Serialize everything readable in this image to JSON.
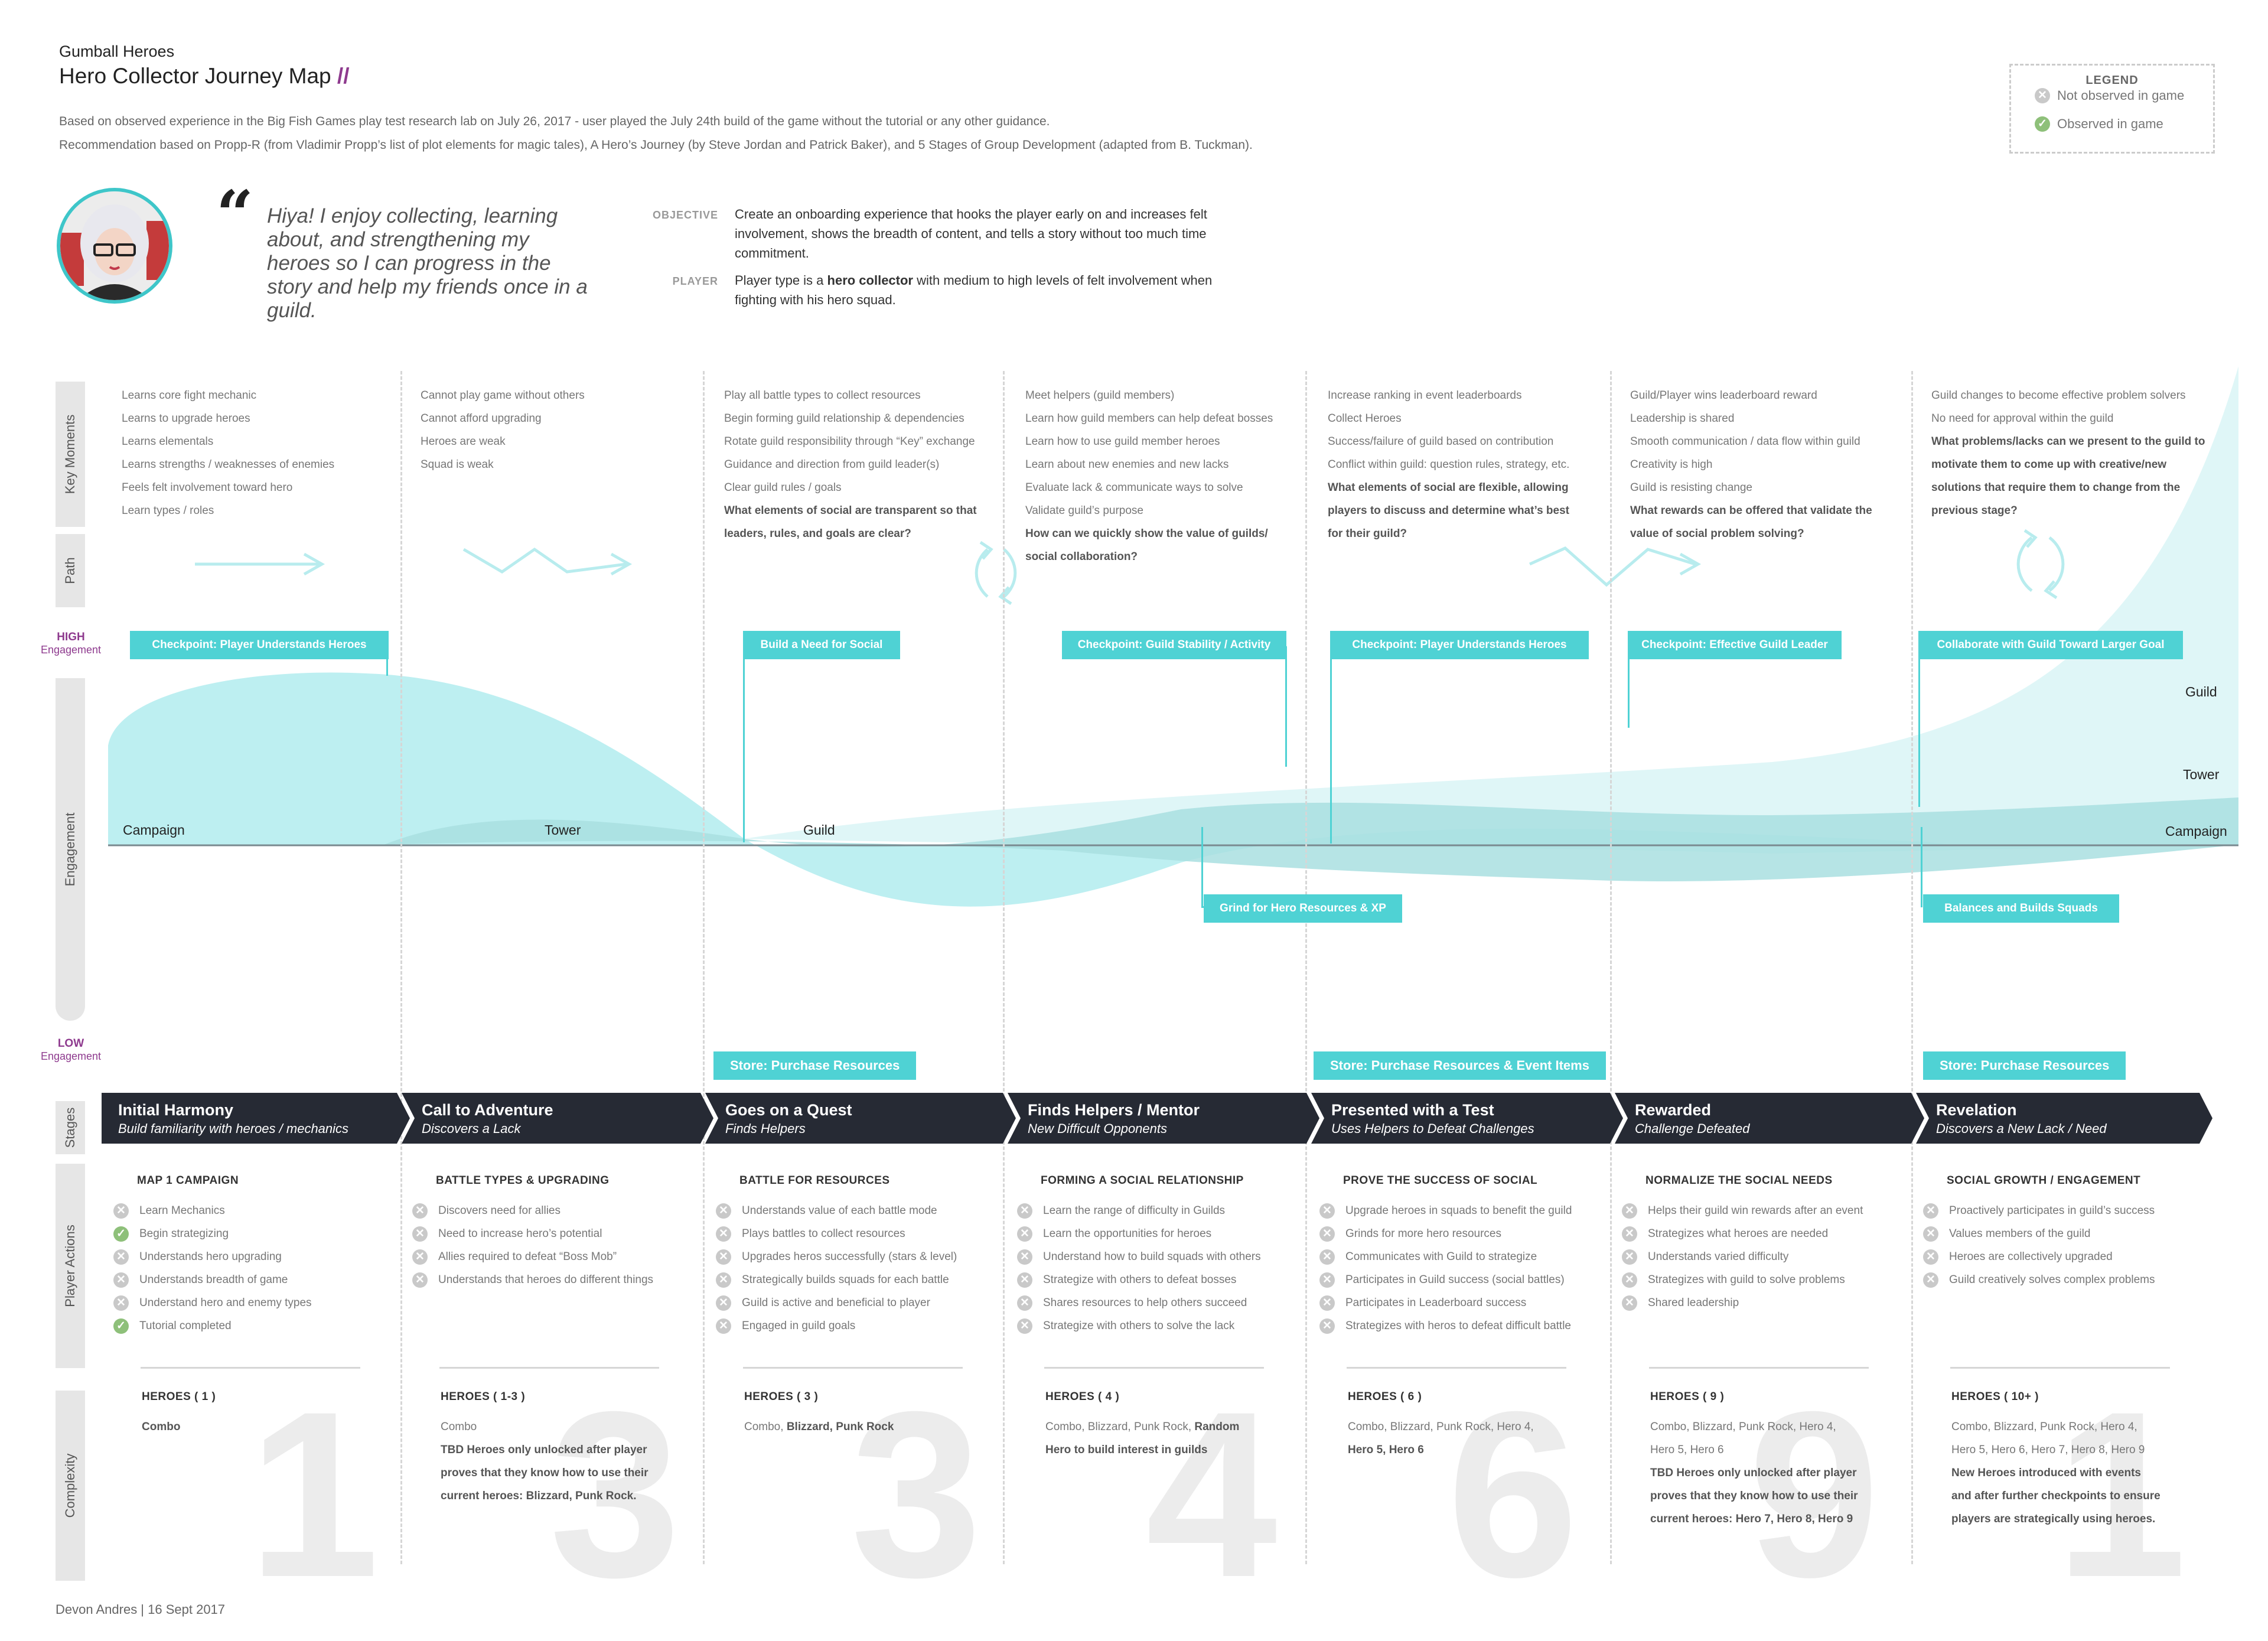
{
  "header": {
    "supertitle": "Gumball Heroes",
    "title": "Hero Collector Journey Map",
    "title_mark": "//",
    "intro": [
      "Based on observed experience in the Big Fish Games play test research lab on July 26, 2017 - user played the July 24th build of the game without the tutorial or any other guidance.",
      "Recommendation based on Propp-R (from Vladimir Propp’s list of plot elements for magic tales), A Hero’s Journey (by Steve Jordan and Patrick Baker), and 5 Stages of Group Development (adapted from B. Tuckman)."
    ]
  },
  "legend": {
    "title": "LEGEND",
    "not_observed": "Not observed in game",
    "observed": "Observed in game"
  },
  "persona": {
    "quote": "Hiya! I enjoy collecting, learning about, and strengthening my heroes so I can progress in the story and help my friends once in a guild.",
    "objective_label": "OBJECTIVE",
    "objective": "Create an onboarding experience that hooks the player early on and increases felt involvement, shows the breadth of content, and tells a story without too much time commitment.",
    "player_label": "PLAYER",
    "player_pre": "Player type is a ",
    "player_bold": "hero collector",
    "player_post": " with medium to high levels of felt involvement when fighting with his hero squad."
  },
  "row_labels": {
    "key_moments": "Key Moments",
    "path": "Path",
    "engagement": "Engagement",
    "stages": "Stages",
    "player_actions": "Player Actions",
    "complexity": "Complexity"
  },
  "engagement_scale": {
    "high": "HIGH",
    "low": "LOW",
    "sub": "Engagement"
  },
  "mode_labels": {
    "campaign_left": "Campaign",
    "tower_mid": "Tower",
    "guild_mid": "Guild",
    "guild_right": "Guild",
    "tower_right": "Tower",
    "campaign_right": "Campaign"
  },
  "key_moments": [
    {
      "items": [
        "Learns core fight mechanic",
        "Learns to upgrade heroes",
        "Learns elementals",
        "Learns strengths / weaknesses of enemies",
        "Feels felt involvement toward hero",
        "Learn types / roles"
      ],
      "bold": []
    },
    {
      "items": [
        "Cannot play game without others",
        "Cannot afford upgrading",
        "Heroes are weak",
        "Squad is weak"
      ],
      "bold": []
    },
    {
      "items": [
        "Play all battle types to collect resources",
        "Begin forming guild relationship & dependencies",
        "Rotate guild responsibility through “Key” exchange",
        "Guidance and direction from guild leader(s)",
        "Clear guild rules / goals"
      ],
      "bold": [
        "What elements of social are transparent so that",
        "leaders, rules, and goals are clear?"
      ]
    },
    {
      "items": [
        "Meet helpers (guild members)",
        "Learn how guild members can help defeat bosses",
        "Learn how to use guild member heroes",
        "Learn about new enemies and new lacks",
        "Evaluate lack & communicate ways to solve",
        "Validate guild’s purpose"
      ],
      "bold": [
        "How can we quickly show the value of guilds/",
        "social collaboration?"
      ]
    },
    {
      "items": [
        "Increase ranking in event leaderboards",
        "Collect Heroes",
        "Success/failure of guild based on contribution",
        "Conflict within guild: question rules, strategy, etc."
      ],
      "bold": [
        "What elements of social are flexible, allowing",
        "players to discuss and determine what’s best",
        "for their guild?"
      ]
    },
    {
      "items": [
        "Guild/Player wins leaderboard reward",
        "Leadership is shared",
        "Smooth communication / data flow within guild",
        "Creativity is high",
        "Guild is resisting change"
      ],
      "bold": [
        "What rewards can be offered that validate the",
        "value of social problem solving?"
      ]
    },
    {
      "items": [
        "Guild changes to become effective problem solvers",
        "No need for approval within the guild"
      ],
      "bold": [
        "What problems/lacks can we present to the guild to",
        "motivate them to come up with creative/new",
        "solutions that require them to change from the",
        "previous stage?"
      ]
    }
  ],
  "checkpoints": [
    {
      "text": "Checkpoint: Player Understands Heroes"
    },
    {
      "text": "Build a Need for Social"
    },
    {
      "text": "Checkpoint: Guild Stability / Activity"
    },
    {
      "text": "Checkpoint: Player Understands Heroes"
    },
    {
      "text": "Checkpoint: Effective Guild Leader"
    },
    {
      "text": "Collaborate with Guild Toward Larger Goal"
    }
  ],
  "low_callouts": [
    {
      "text": "Grind for Hero Resources & XP"
    },
    {
      "text": "Balances and Builds Squads"
    }
  ],
  "stores": [
    {
      "text": "Store: Purchase Resources"
    },
    {
      "text": "Store: Purchase Resources & Event Items"
    },
    {
      "text": "Store: Purchase Resources"
    }
  ],
  "stages": [
    {
      "title": "Initial Harmony",
      "sub": "Build familiarity with heroes / mechanics"
    },
    {
      "title": "Call to Adventure",
      "sub": "Discovers a Lack"
    },
    {
      "title": "Goes on a Quest",
      "sub": "Finds Helpers"
    },
    {
      "title": "Finds Helpers / Mentor",
      "sub": "New Difficult Opponents"
    },
    {
      "title": "Presented with a Test",
      "sub": "Uses Helpers to Defeat Challenges"
    },
    {
      "title": "Rewarded",
      "sub": "Challenge Defeated"
    },
    {
      "title": "Revelation",
      "sub": "Discovers a New Lack / Need"
    }
  ],
  "player_actions": [
    {
      "heading": "MAP 1 CAMPAIGN",
      "items": [
        {
          "text": "Learn Mechanics",
          "observed": false
        },
        {
          "text": "Begin strategizing",
          "observed": true
        },
        {
          "text": "Understands hero upgrading",
          "observed": false
        },
        {
          "text": "Understands breadth of game",
          "observed": false
        },
        {
          "text": "Understand hero and enemy types",
          "observed": false
        },
        {
          "text": "Tutorial completed",
          "observed": true
        }
      ]
    },
    {
      "heading": "BATTLE TYPES & UPGRADING",
      "items": [
        {
          "text": "Discovers need for allies",
          "observed": false
        },
        {
          "text": "Need to increase hero’s potential",
          "observed": false
        },
        {
          "text": "Allies required to defeat “Boss Mob”",
          "observed": false
        },
        {
          "text": "Understands that heroes do different things",
          "observed": false
        }
      ]
    },
    {
      "heading": "BATTLE FOR RESOURCES",
      "items": [
        {
          "text": "Understands value of each battle mode",
          "observed": false
        },
        {
          "text": "Plays battles to collect resources",
          "observed": false
        },
        {
          "text": "Upgrades heros successfully (stars & level)",
          "observed": false
        },
        {
          "text": "Strategically builds squads for each battle",
          "observed": false
        },
        {
          "text": "Guild is active and beneficial to player",
          "observed": false
        },
        {
          "text": "Engaged in guild goals",
          "observed": false
        }
      ]
    },
    {
      "heading": "FORMING A SOCIAL RELATIONSHIP",
      "items": [
        {
          "text": "Learn the range of difficulty in Guilds",
          "observed": false
        },
        {
          "text": "Learn the opportunities for heroes",
          "observed": false
        },
        {
          "text": "Understand how to build squads with others",
          "observed": false
        },
        {
          "text": "Strategize with others to defeat bosses",
          "observed": false
        },
        {
          "text": "Shares resources to help others succeed",
          "observed": false
        },
        {
          "text": "Strategize with others to solve the lack",
          "observed": false
        }
      ]
    },
    {
      "heading": "PROVE THE SUCCESS OF SOCIAL",
      "items": [
        {
          "text": "Upgrade heroes in squads to benefit the guild",
          "observed": false
        },
        {
          "text": "Grinds for more hero resources",
          "observed": false
        },
        {
          "text": "Communicates with Guild to strategize",
          "observed": false
        },
        {
          "text": "Participates in Guild success (social battles)",
          "observed": false
        },
        {
          "text": "Participates in Leaderboard success",
          "observed": false
        },
        {
          "text": "Strategizes with heros to defeat difficult battle",
          "observed": false
        }
      ]
    },
    {
      "heading": "NORMALIZE THE SOCIAL NEEDS",
      "items": [
        {
          "text": "Helps their guild win rewards after an event",
          "observed": false
        },
        {
          "text": "Strategizes what heroes are needed",
          "observed": false
        },
        {
          "text": "Understands varied difficulty",
          "observed": false
        },
        {
          "text": "Strategizes with guild to solve problems",
          "observed": false
        },
        {
          "text": "Shared leadership",
          "observed": false
        }
      ]
    },
    {
      "heading": "SOCIAL GROWTH / ENGAGEMENT",
      "items": [
        {
          "text": "Proactively participates in guild’s success",
          "observed": false
        },
        {
          "text": "Values members of the guild",
          "observed": false
        },
        {
          "text": "Heroes are collectively upgraded",
          "observed": false
        },
        {
          "text": "Guild creatively solves complex problems",
          "observed": false
        }
      ]
    }
  ],
  "complexity": [
    {
      "heading": "HEROES ( 1 )",
      "big": "1",
      "lines": [
        {
          "t": "Combo",
          "b": true
        }
      ]
    },
    {
      "heading": "HEROES ( 1-3 )",
      "big": "3",
      "lines": [
        {
          "t": "Combo",
          "b": false
        },
        {
          "t": "TBD Heroes only unlocked after player",
          "b": true
        },
        {
          "t": "proves that they know how to use their",
          "b": true
        },
        {
          "t": "current heroes: Blizzard, Punk Rock.",
          "b": true
        }
      ]
    },
    {
      "heading": "HEROES ( 3 )",
      "big": "3",
      "lines": [
        {
          "t": "Combo, ",
          "b": false,
          "t2": "Blizzard, Punk Rock"
        }
      ]
    },
    {
      "heading": "HEROES ( 4 )",
      "big": "4",
      "lines": [
        {
          "t": "Combo, Blizzard, Punk Rock, ",
          "b": false,
          "t2": "Random"
        },
        {
          "t": "Hero to build interest in guilds",
          "b": true
        }
      ]
    },
    {
      "heading": "HEROES ( 6 )",
      "big": "6",
      "lines": [
        {
          "t": "Combo, Blizzard, Punk Rock, Hero 4,",
          "b": false
        },
        {
          "t": "Hero 5, Hero 6",
          "b": true
        }
      ]
    },
    {
      "heading": "HEROES ( 9 )",
      "big": "9",
      "lines": [
        {
          "t": "Combo, Blizzard, Punk Rock, Hero 4,",
          "b": false
        },
        {
          "t": "Hero 5, Hero 6",
          "b": false
        },
        {
          "t": "TBD Heroes only unlocked after player",
          "b": true
        },
        {
          "t": "proves that they know how to use their",
          "b": true
        },
        {
          "t": "current heroes: Hero 7, Hero 8, Hero 9",
          "b": true
        }
      ]
    },
    {
      "heading": "HEROES ( 10+ )",
      "big": "1",
      "lines": [
        {
          "t": "Combo, Blizzard, Punk Rock, Hero 4,",
          "b": false
        },
        {
          "t": "Hero 5, Hero 6, Hero 7, Hero 8, Hero 9",
          "b": false
        },
        {
          "t": "New Heroes introduced with events",
          "b": true
        },
        {
          "t": "and after further checkpoints to ensure",
          "b": true
        },
        {
          "t": "players are strategically using heroes.",
          "b": true
        }
      ]
    }
  ],
  "footer": "Devon Andres | 16 Sept 2017",
  "colors": {
    "accent": "#4fd2d4",
    "stage_bg": "#262a34",
    "mark": "#8e3a8e",
    "observed": "#8ec07a",
    "not_observed": "#c9c9c9"
  }
}
